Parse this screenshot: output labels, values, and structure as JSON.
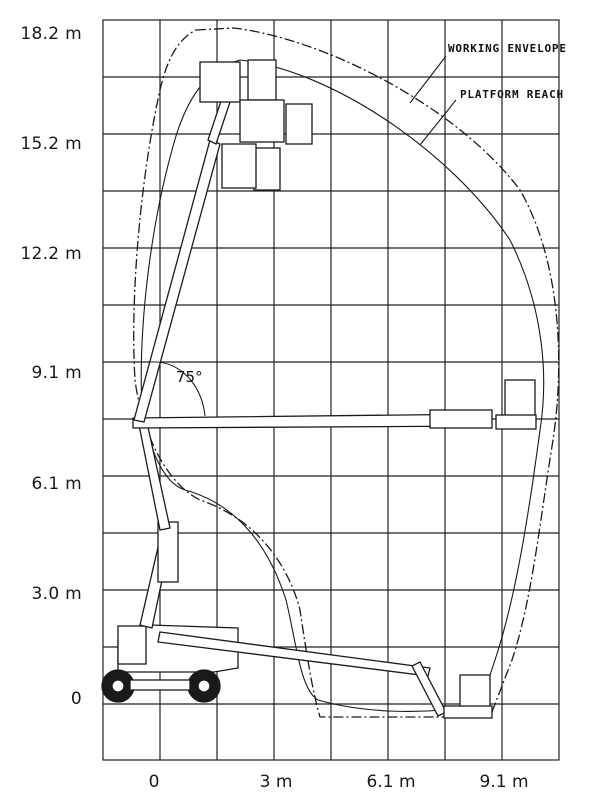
{
  "y_axis": {
    "ticks": [
      {
        "label": "18.2 m",
        "value": 18.2
      },
      {
        "label": "15.2 m",
        "value": 15.2
      },
      {
        "label": "12.2 m",
        "value": 12.2
      },
      {
        "label": "9.1 m",
        "value": 9.1
      },
      {
        "label": "6.1 m",
        "value": 6.1
      },
      {
        "label": "3.0 m",
        "value": 3.0
      },
      {
        "label": "0",
        "value": 0
      }
    ]
  },
  "x_axis": {
    "ticks": [
      {
        "label": "0",
        "value": 0
      },
      {
        "label": "3 m",
        "value": 3
      },
      {
        "label": "6.1 m",
        "value": 6.1
      },
      {
        "label": "9.1 m",
        "value": 9.1
      }
    ]
  },
  "annotations": {
    "working_envelope": "WORKING ENVELOPE",
    "platform_reach": "PLATFORM REACH",
    "boom_angle": "75°"
  },
  "colors": {
    "line": "#1a1a1a",
    "grid": "#222222",
    "background": "#ffffff"
  }
}
